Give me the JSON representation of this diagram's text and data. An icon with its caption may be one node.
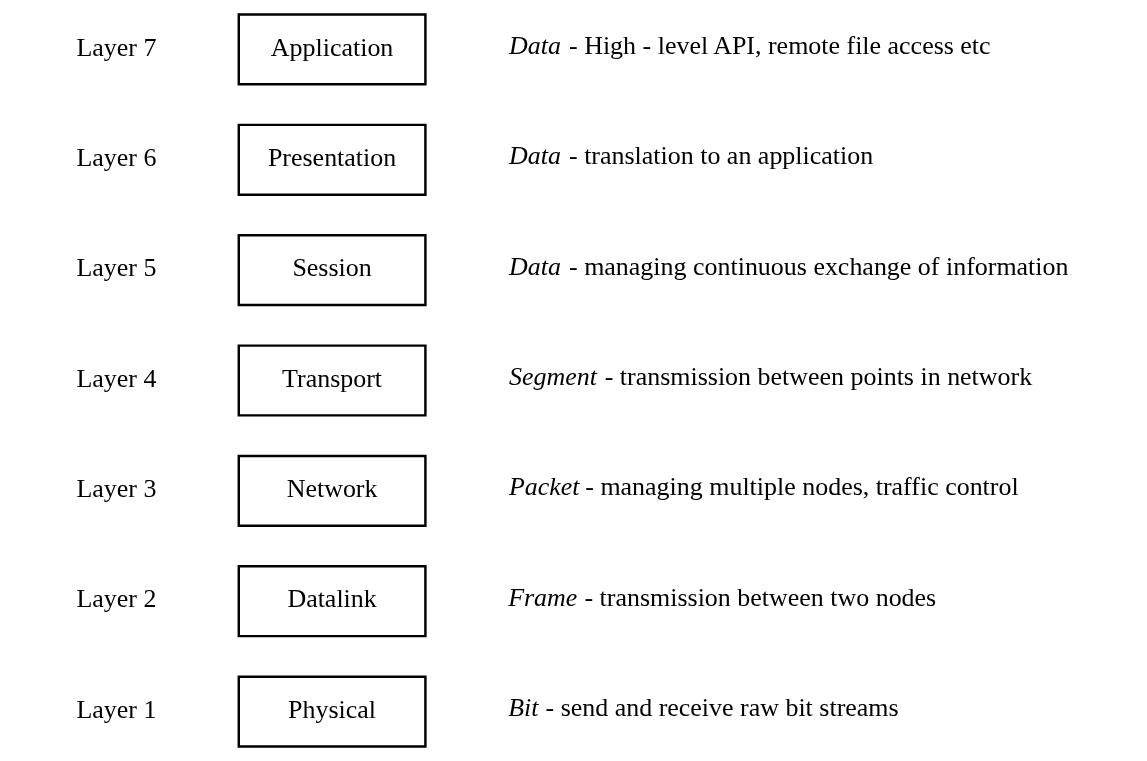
{
  "diagram": {
    "nodes": [
      {
        "text": [
          "Application"
        ],
        "beside": [
          "Layer 7",
          "*Data* - High - level API, remote file access etc"
        ]
      },
      {
        "text": [
          "Presentation"
        ],
        "beside": [
          "Layer 6",
          "*Data* - translation to an application"
        ]
      },
      {
        "text": [
          "Session"
        ],
        "beside": [
          "Layer 5",
          "*Data* - managing continuous exchange of information"
        ]
      },
      {
        "text": [
          "Transport"
        ],
        "beside": [
          "Layer 4",
          "*Segment* - transmission between points in network"
        ]
      },
      {
        "text": [
          "Network"
        ],
        "beside": [
          "Layer 3",
          "*Packet* - managing multiple nodes, traffic control"
        ]
      },
      {
        "text": [
          "Datalink"
        ],
        "beside": [
          "Layer 2",
          "*Frame* - transmission between two nodes"
        ]
      },
      {
        "text": [
          "Physical"
        ],
        "beside": [
          "Layer 1",
          "*Bit* - send and receive raw bit streams"
        ]
      }
    ]
  }
}
